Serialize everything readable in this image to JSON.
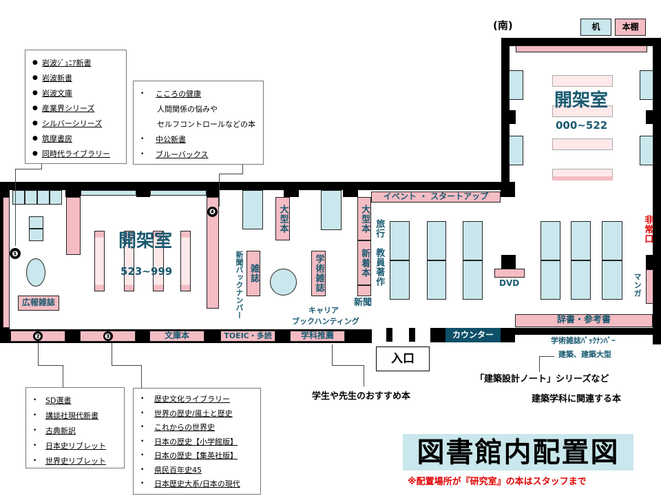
{
  "legend": {
    "direction": "(南)",
    "desk": "机",
    "shelf": "本棚"
  },
  "colors": {
    "shelf": "#f4bcc3",
    "desk": "#c9e7ec",
    "text": "#1a5a70",
    "counter": "#0d5068",
    "emergency": "#e00000"
  },
  "south_room": {
    "title": "開架室",
    "range": "000~522"
  },
  "west_room": {
    "title": "開架室",
    "range": "523~999",
    "pr_magazines": "広報雑誌"
  },
  "markers": [
    "❶",
    "❷",
    "❸",
    "❹"
  ],
  "labels": {
    "large_books_1": "大型本",
    "large_books_2": "大型本",
    "new_arrivals": "新着本",
    "newspaper": "新聞",
    "newspaper_backnumber": "新聞バックナンバー",
    "magazines": "雑誌",
    "academic_magazines": "学術雑誌",
    "career_1": "キャリア",
    "career_2": "ブックハンティング",
    "event": "イベント ・ スタートアップ",
    "travel": "旅行",
    "faculty": "教員著作",
    "dvd": "DVD",
    "emergency_exit": "非常口",
    "manga": "マンガ",
    "dictionary": "辞書・参考書",
    "bunko": "文庫本",
    "toeic": "TOEIC・多読",
    "dept_recommend": "学科推薦",
    "counter": "カウンター",
    "entrance": "入口",
    "academic_backnumber": "学術雑誌ﾊﾞｯｸﾅﾝﾊﾞｰ",
    "architecture": "建築、建築大型",
    "arch_note_1": "「建築設計ノート」シリーズなど",
    "arch_note_2": "建築学科に関連する本",
    "recommend_note": "学生や先生のおすすめ本"
  },
  "callout_1": [
    "岩波ｼﾞｭﾆｱ新書",
    "岩波新書",
    "岩波文庫",
    "産業界シリーズ",
    "シルバーシリーズ",
    "筑摩書房",
    "同時代ライブラリー"
  ],
  "callout_4": {
    "item1": "こころの健康",
    "desc1": "人間関係の悩みや",
    "desc2": "セルフコントロールなどの本",
    "item2": "中公新書",
    "item3": "ブルーバックス"
  },
  "callout_2": [
    "SD選書",
    "講談社現代新書",
    "古典新訳",
    "日本史リブレット",
    "世界史リブレット"
  ],
  "callout_3": [
    "歴史文化ライブラリー",
    "世界の歴史/風土と歴史",
    "これからの世界史",
    "日本の歴史【小学館版】",
    "日本の歴史【集英社版】",
    "県民百年史45",
    "日本歴史大系/日本の現代"
  ],
  "title": "図書館内配置図",
  "note": "※配置場所が『研究室』の本はスタッフまで"
}
